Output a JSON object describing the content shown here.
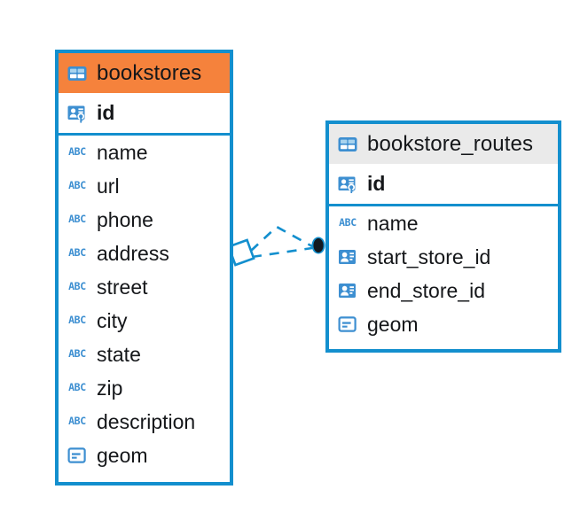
{
  "diagram": {
    "type": "entity-relationship-diagram",
    "background_color": "#ffffff",
    "accent_color": "#138fce",
    "highlight_color": "#f5823c",
    "neutral_header_color": "#eaeaea"
  },
  "entities": [
    {
      "name": "bookstores",
      "header_icon": "table-icon",
      "header_style": "accent-orange",
      "primary_keys": [
        {
          "label": "id",
          "icon": "primary-key-icon",
          "type": "pk"
        }
      ],
      "fields": [
        {
          "label": "name",
          "icon": "text-type-icon",
          "type": "text"
        },
        {
          "label": "url",
          "icon": "text-type-icon",
          "type": "text"
        },
        {
          "label": "phone",
          "icon": "text-type-icon",
          "type": "text"
        },
        {
          "label": "address",
          "icon": "text-type-icon",
          "type": "text"
        },
        {
          "label": "street",
          "icon": "text-type-icon",
          "type": "text"
        },
        {
          "label": "city",
          "icon": "text-type-icon",
          "type": "text"
        },
        {
          "label": "state",
          "icon": "text-type-icon",
          "type": "text"
        },
        {
          "label": "zip",
          "icon": "text-type-icon",
          "type": "text"
        },
        {
          "label": "description",
          "icon": "text-type-icon",
          "type": "text"
        },
        {
          "label": "geom",
          "icon": "geometry-type-icon",
          "type": "geometry"
        }
      ]
    },
    {
      "name": "bookstore_routes",
      "header_icon": "table-icon",
      "header_style": "accent-gray",
      "primary_keys": [
        {
          "label": "id",
          "icon": "primary-key-icon",
          "type": "pk"
        }
      ],
      "fields": [
        {
          "label": "name",
          "icon": "text-type-icon",
          "type": "text"
        },
        {
          "label": "start_store_id",
          "icon": "foreign-key-icon",
          "type": "fk"
        },
        {
          "label": "end_store_id",
          "icon": "foreign-key-icon",
          "type": "fk"
        },
        {
          "label": "geom",
          "icon": "geometry-type-icon",
          "type": "geometry"
        }
      ]
    }
  ],
  "relationship": {
    "name": "bookstores-to-bookstore-routes",
    "style": "dashed",
    "color": "#138fce",
    "source_marker": "diamond",
    "target_marker": "filled-circle",
    "branches": 2
  }
}
